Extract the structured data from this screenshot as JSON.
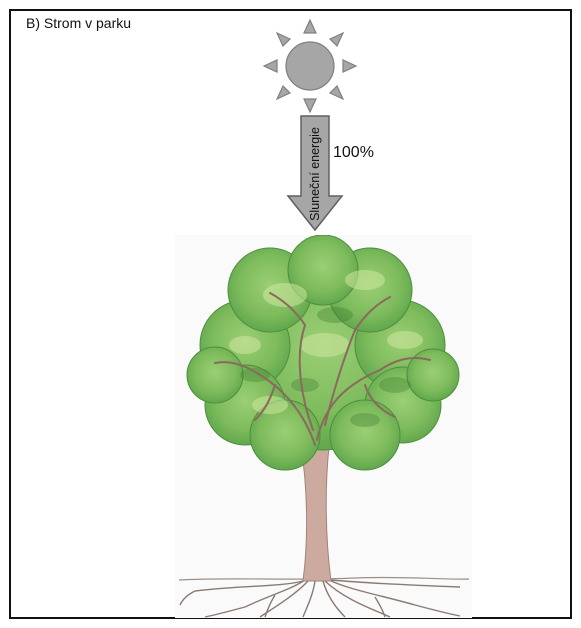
{
  "title": "B) Strom v parku",
  "arrow_label": "Sluneční energie",
  "percentage": "100%",
  "icons": {
    "sun": "sun-icon",
    "arrow": "down-arrow-icon",
    "tree": "tree-drawing"
  },
  "colors": {
    "sun_fill": "#a6a6a6",
    "arrow_fill": "#a6a6a6",
    "foliage_light": "#b8dc8c",
    "foliage_dark": "#4f9a3c",
    "trunk": "#c9a59a",
    "roots": "#8a7b72"
  }
}
